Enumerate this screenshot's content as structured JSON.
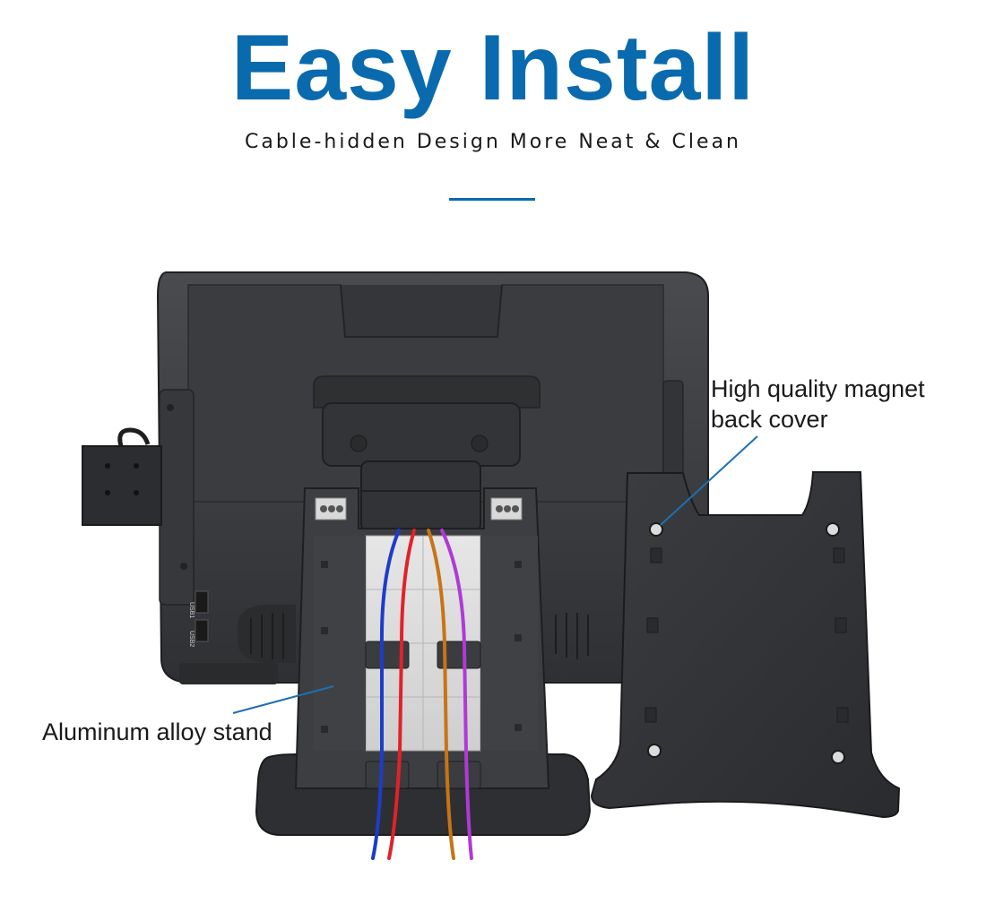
{
  "header": {
    "title": "Easy Install",
    "subtitle": "Cable-hidden Design More Neat & Clean"
  },
  "colors": {
    "title": "#0a6aae",
    "accent_rule": "#0a6aae",
    "leader_line": "#1f6fb3",
    "device_body": "#3a3b3e",
    "device_dark": "#2a2b2d",
    "cable_blue": "#1e3cc8",
    "cable_red": "#e0222a",
    "cable_orange": "#c77416",
    "cable_purple": "#b03ad6"
  },
  "callouts": {
    "stand": "Aluminum alloy stand",
    "magnet": "High quality magnet\nback cover"
  },
  "ports": {
    "usb1": "USB1",
    "usb2": "USB2"
  }
}
